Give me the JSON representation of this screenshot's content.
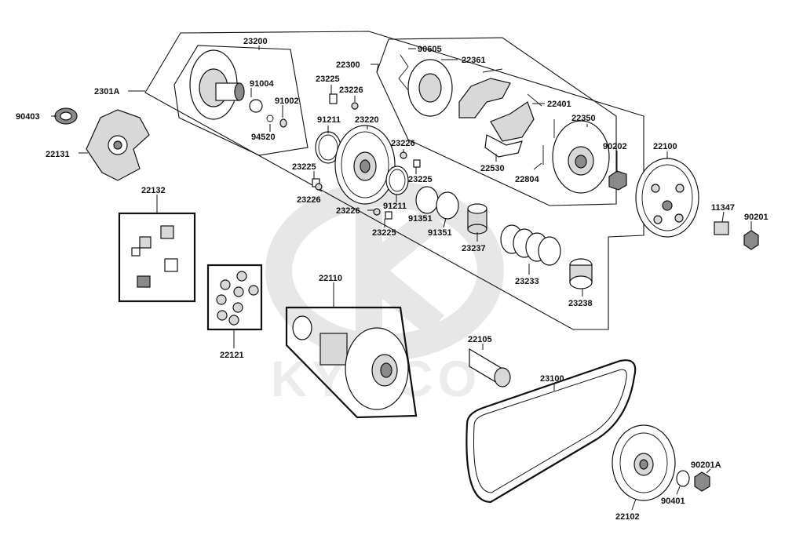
{
  "diagram": {
    "watermark": "KYMCO",
    "parts": [
      {
        "id": "p23200",
        "label": "23200"
      },
      {
        "id": "p2301A",
        "label": "2301A"
      },
      {
        "id": "p90403",
        "label": "90403"
      },
      {
        "id": "p22131",
        "label": "22131"
      },
      {
        "id": "p91004",
        "label": "91004"
      },
      {
        "id": "p91002",
        "label": "91002"
      },
      {
        "id": "p94520",
        "label": "94520"
      },
      {
        "id": "p23225a",
        "label": "23225"
      },
      {
        "id": "p23226a",
        "label": "23226"
      },
      {
        "id": "p91211a",
        "label": "91211"
      },
      {
        "id": "p23220",
        "label": "23220"
      },
      {
        "id": "p23226b",
        "label": "23226"
      },
      {
        "id": "p23225b",
        "label": "23225"
      },
      {
        "id": "p23225c",
        "label": "23225"
      },
      {
        "id": "p23226c",
        "label": "23226"
      },
      {
        "id": "p23226d",
        "label": "23226"
      },
      {
        "id": "p91211b",
        "label": "91211"
      },
      {
        "id": "p23225d",
        "label": "23225"
      },
      {
        "id": "p91351a",
        "label": "91351"
      },
      {
        "id": "p91351b",
        "label": "91351"
      },
      {
        "id": "p22300",
        "label": "22300"
      },
      {
        "id": "p90605",
        "label": "90605"
      },
      {
        "id": "p22361",
        "label": "22361"
      },
      {
        "id": "p22401",
        "label": "22401"
      },
      {
        "id": "p22350",
        "label": "22350"
      },
      {
        "id": "p22530",
        "label": "22530"
      },
      {
        "id": "p22804",
        "label": "22804"
      },
      {
        "id": "p90202",
        "label": "90202"
      },
      {
        "id": "p22100",
        "label": "22100"
      },
      {
        "id": "p11347",
        "label": "11347"
      },
      {
        "id": "p90201",
        "label": "90201"
      },
      {
        "id": "p23237",
        "label": "23237"
      },
      {
        "id": "p23233",
        "label": "23233"
      },
      {
        "id": "p23238",
        "label": "23238"
      },
      {
        "id": "p22132",
        "label": "22132"
      },
      {
        "id": "p22121",
        "label": "22121"
      },
      {
        "id": "p22110",
        "label": "22110"
      },
      {
        "id": "p22105",
        "label": "22105"
      },
      {
        "id": "p23100",
        "label": "23100"
      },
      {
        "id": "p90201A",
        "label": "90201A"
      },
      {
        "id": "p90401",
        "label": "90401"
      },
      {
        "id": "p22102",
        "label": "22102"
      }
    ]
  }
}
